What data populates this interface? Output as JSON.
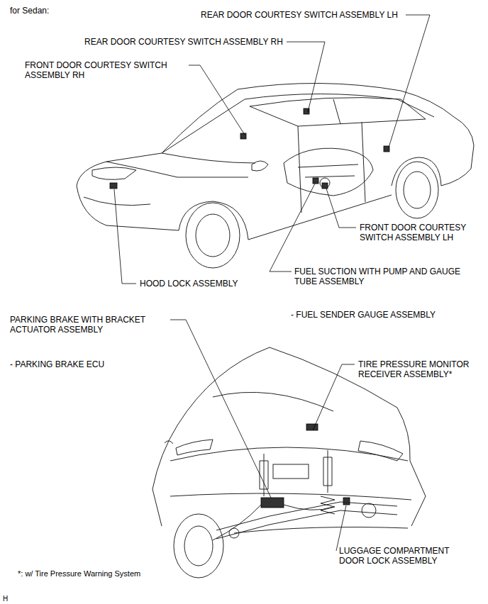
{
  "diagram": {
    "labels": [
      "for Sedan:",
      "REAR DOOR COURTESY SWITCH ASSEMBLY LH",
      "REAR DOOR COURTESY SWITCH ASSEMBLY RH",
      "FRONT DOOR COURTESY SWITCH ASSEMBLY RH",
      "FRONT DOOR COURTESY SWITCH ASSEMBLY LH",
      "FUEL SUCTION WITH PUMP AND GAUGE TUBE ASSEMBLY",
      "HOOD LOCK ASSEMBLY",
      "PARKING BRAKE WITH BRACKET ACTUATOR ASSEMBLY",
      "- FUEL SENDER GAUGE ASSEMBLY",
      "- PARKING BRAKE ECU",
      "TIRE PRESSURE MONITOR RECEIVER ASSEMBLY*",
      "LUGGAGE COMPARTMENT DOOR LOCK ASSEMBLY",
      "*: w/ Tire Pressure Warning System",
      "H"
    ]
  }
}
